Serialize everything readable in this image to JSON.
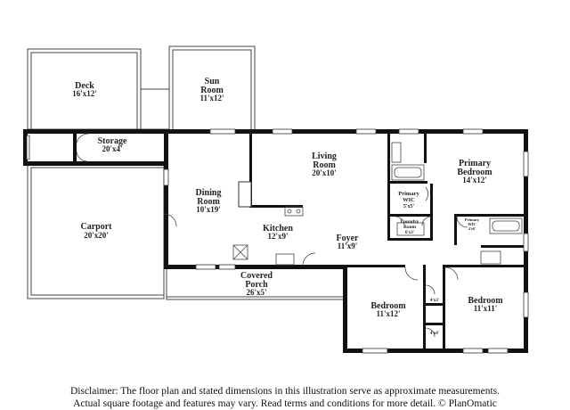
{
  "rooms": {
    "deck": {
      "name": "Deck",
      "dim": "16'x12'"
    },
    "sun_room": {
      "name1": "Sun",
      "name2": "Room",
      "dim": "11'x12'"
    },
    "storage": {
      "name": "Storage",
      "dim": "20'x4'"
    },
    "living_room": {
      "name1": "Living",
      "name2": "Room",
      "dim": "20'x10'"
    },
    "primary_bedroom": {
      "name1": "Primary",
      "name2": "Bedroom",
      "dim": "14'x12'"
    },
    "dining_room": {
      "name1": "Dining",
      "name2": "Room",
      "dim": "10'x19'"
    },
    "primary_wic": {
      "name1": "Primary",
      "name2": "WIC",
      "dim": "5'x5'"
    },
    "carport": {
      "name": "Carport",
      "dim": "20'x20'"
    },
    "laundry_room": {
      "name1": "Laundry",
      "name2": "Room",
      "dim": "6'x3'"
    },
    "primary_wic_small": {
      "name1": "Primary",
      "name2": "WIC",
      "dim": "4'x6'"
    },
    "kitchen": {
      "name": "Kitchen",
      "dim": "12'x9'"
    },
    "foyer": {
      "name": "Foyer",
      "dim": "11'x9'"
    },
    "covered_porch": {
      "name1": "Covered",
      "name2": "Porch",
      "dim": "26'x5'"
    },
    "closet_1": {
      "dim": "4'x3'"
    },
    "bedroom_left": {
      "name": "Bedroom",
      "dim": "11'x12'"
    },
    "bedroom_right": {
      "name": "Bedroom",
      "dim": "11'x11'"
    },
    "closet_2": {
      "dim": "4'x4'"
    }
  },
  "disclaimer": {
    "line1": "Disclaimer: The floor plan and stated dimensions in this illustration serve as approximate measurements.",
    "line2": "Actual square footage and features may vary. Read terms and conditions for more detail. © PlanOmatic"
  },
  "colors": {
    "wall": "#111111",
    "line": "#444444",
    "text": "#222222"
  }
}
